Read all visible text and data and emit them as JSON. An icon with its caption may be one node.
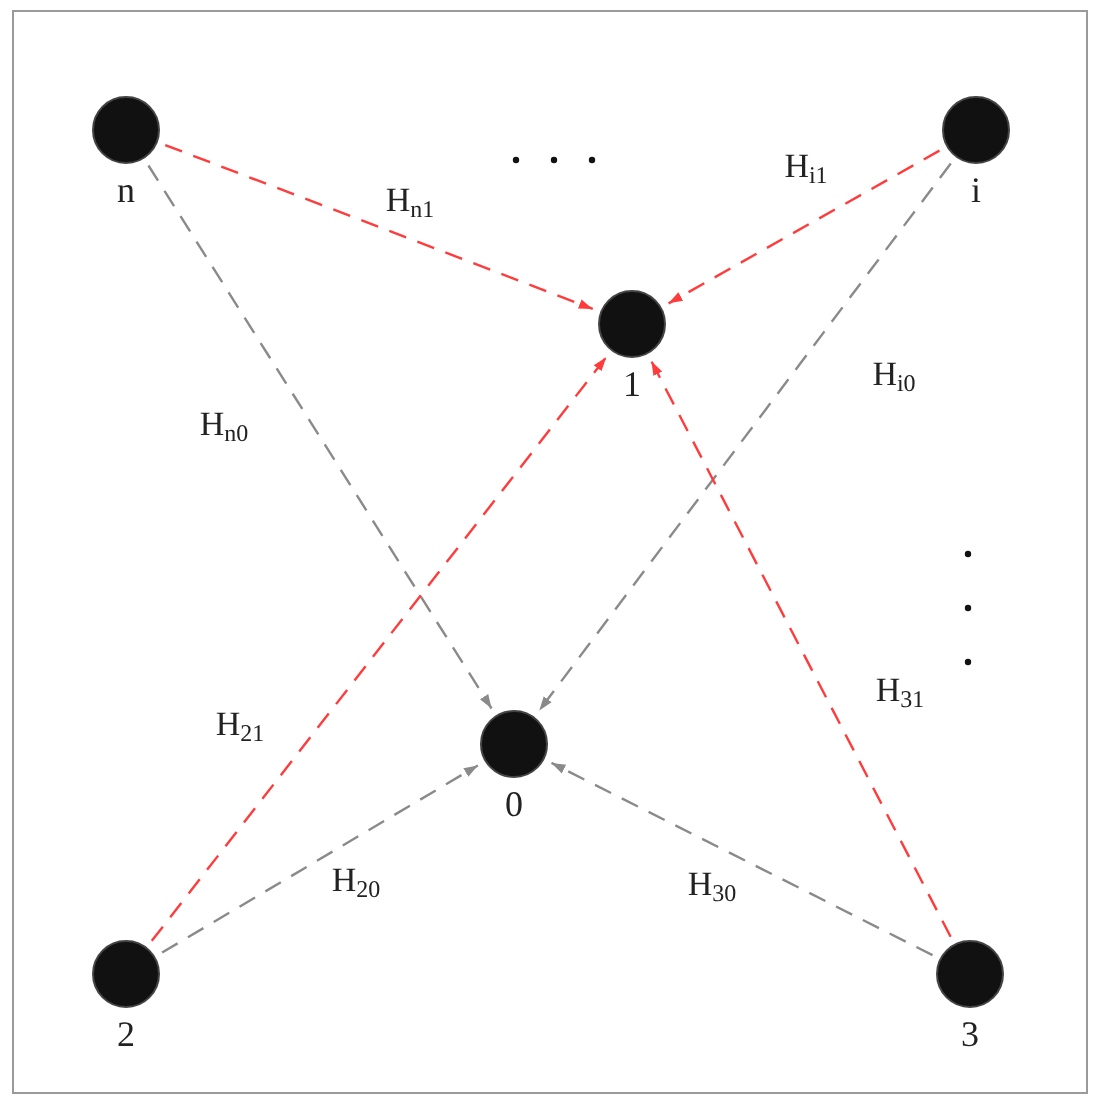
{
  "diagram": {
    "nodes": [
      {
        "text": [
          "n"
        ]
      },
      {
        "text": [
          "i"
        ]
      },
      {
        "text": [
          "1"
        ]
      },
      {
        "text": [
          "0"
        ]
      },
      {
        "text": [
          "2"
        ]
      },
      {
        "text": [
          "3"
        ]
      }
    ],
    "edges": [
      {
        "from": 0,
        "to": 2,
        "arrow": "to",
        "label": "H$_{n1}$",
        "style": "dashed",
        "color": "#ff3b3b"
      },
      {
        "from": 0,
        "to": 3,
        "arrow": "to",
        "label": "H$_{n0}$",
        "style": "dashed",
        "color": "#8a8a8a"
      },
      {
        "from": 1,
        "to": 2,
        "arrow": "to",
        "label": "H$_{i1}$",
        "style": "dashed",
        "color": "#ff3b3b"
      },
      {
        "from": 1,
        "to": 3,
        "arrow": "to",
        "label": "H$_{i0}$",
        "style": "dashed",
        "color": "#8a8a8a"
      },
      {
        "from": 4,
        "to": 2,
        "arrow": "to",
        "label": "H$_{21}$",
        "style": "dashed",
        "color": "#ff3b3b"
      },
      {
        "from": 4,
        "to": 3,
        "arrow": "to",
        "label": "H$_{20}$",
        "style": "dashed",
        "color": "#8a8a8a"
      },
      {
        "from": 5,
        "to": 3,
        "arrow": "to",
        "label": "H$_{30}$",
        "style": "dashed",
        "color": "#8a8a8a"
      },
      {
        "from": 5,
        "to": 2,
        "arrow": "to",
        "label": "H$_{31}$",
        "style": "dashed",
        "color": "#ff3b3b"
      }
    ]
  }
}
